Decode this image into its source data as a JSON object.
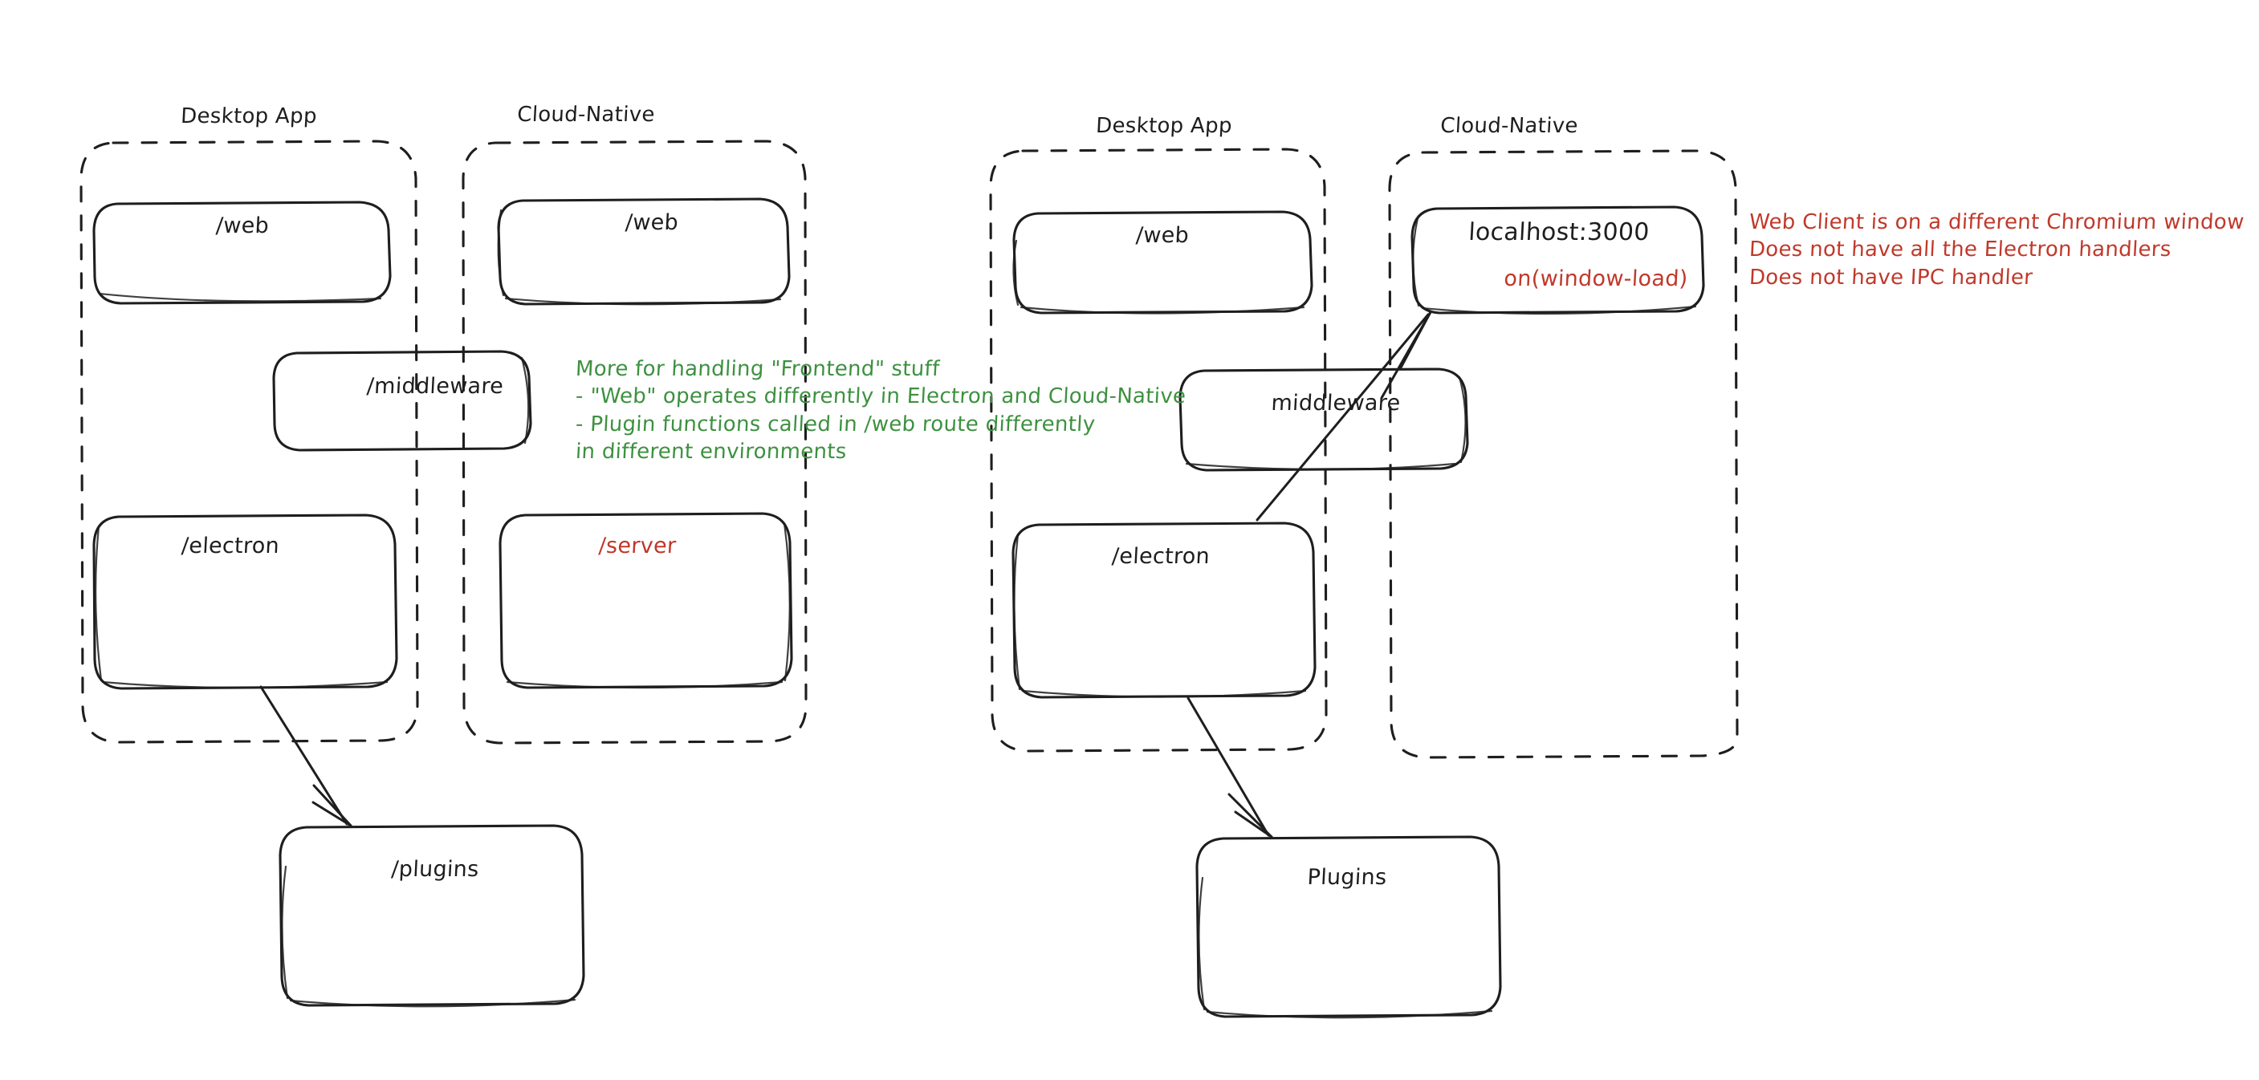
{
  "diagram": {
    "title": "Electron Desktop App vs Cloud-Native architecture sketch",
    "style": "hand-drawn",
    "background": "#ffffff",
    "colors": {
      "stroke": "#1e1e1e",
      "red": "#c0392b",
      "green": "#3d9140"
    }
  },
  "left_figure": {
    "groups": [
      {
        "id": "left-desktop-app",
        "label": "Desktop App"
      },
      {
        "id": "left-cloud-native",
        "label": "Cloud-Native"
      }
    ],
    "nodes": [
      {
        "id": "left-desktop-web",
        "label": "/web",
        "color": "#1e1e1e"
      },
      {
        "id": "left-cloud-web",
        "label": "/web",
        "color": "#1e1e1e"
      },
      {
        "id": "left-middleware",
        "label": "/middleware",
        "color": "#1e1e1e"
      },
      {
        "id": "left-electron",
        "label": "/electron",
        "color": "#1e1e1e"
      },
      {
        "id": "left-server",
        "label": "/server",
        "color": "#c0392b"
      },
      {
        "id": "left-plugins",
        "label": "/plugins",
        "color": "#1e1e1e"
      }
    ],
    "arrows": [
      {
        "id": "left-electron-to-plugins",
        "from": "/electron",
        "to": "/plugins"
      }
    ]
  },
  "right_figure": {
    "groups": [
      {
        "id": "right-desktop-app",
        "label": "Desktop App"
      },
      {
        "id": "right-cloud-native",
        "label": "Cloud-Native"
      }
    ],
    "nodes": [
      {
        "id": "right-desktop-web",
        "label": "/web",
        "color": "#1e1e1e"
      },
      {
        "id": "right-localhost",
        "label": "localhost:3000",
        "color": "#1e1e1e"
      },
      {
        "id": "right-localhost-sub",
        "label": "on(window-load)",
        "color": "#c0392b"
      },
      {
        "id": "right-middleware",
        "label": "middleware",
        "color": "#1e1e1e"
      },
      {
        "id": "right-electron",
        "label": "/electron",
        "color": "#1e1e1e"
      },
      {
        "id": "right-plugins",
        "label": "Plugins",
        "color": "#1e1e1e"
      }
    ],
    "arrows": [
      {
        "id": "right-electron-to-localhost",
        "from": "/electron",
        "to": "localhost:3000"
      },
      {
        "id": "right-electron-to-plugins",
        "from": "/electron",
        "to": "Plugins"
      }
    ]
  },
  "annotations": {
    "green_note": {
      "color": "#3d9140",
      "lines": [
        "More for handling \"Frontend\" stuff",
        "- \"Web\" operates differently in Electron and Cloud-Native",
        "- Plugin functions called in /web route differently",
        "in different environments"
      ]
    },
    "red_note": {
      "color": "#c0392b",
      "lines": [
        "Web Client is on a different Chromium window",
        "Does not have all the Electron handlers",
        "Does not have IPC handler"
      ]
    }
  }
}
